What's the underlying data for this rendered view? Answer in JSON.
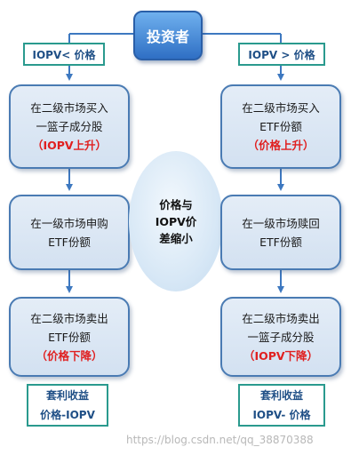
{
  "investor": "投资者",
  "tags": {
    "left": "IOPV< 价格",
    "right": "IOPV > 价格"
  },
  "center": [
    "价格与",
    "IOPV价",
    "差缩小"
  ],
  "left_steps": [
    {
      "lines": [
        "在二级市场买入",
        "一篮子成分股"
      ],
      "red": "（IOPV上升）"
    },
    {
      "lines": [
        "在一级市场申购",
        "ETF份额"
      ],
      "red": ""
    },
    {
      "lines": [
        "在二级市场卖出",
        "ETF份额"
      ],
      "red": "（价格下降）"
    }
  ],
  "right_steps": [
    {
      "lines": [
        "在二级市场买入",
        "ETF份额"
      ],
      "red": "（价格上升）"
    },
    {
      "lines": [
        "在一级市场赎回",
        "ETF份额"
      ],
      "red": ""
    },
    {
      "lines": [
        "在二级市场卖出",
        "一篮子成分股"
      ],
      "red": "（IOPV下降）"
    }
  ],
  "results": {
    "left": [
      "套利收益",
      "价格-IOPV"
    ],
    "right": [
      "套利收益",
      "IOPV- 价格"
    ]
  },
  "watermark": "https://blog.csdn.net/qq_38870388",
  "colors": {
    "box_border": "#4a7bb3",
    "arrow": "#3d78c0",
    "tag_border": "#2a9a8e",
    "highlight_red": "#e02020"
  }
}
